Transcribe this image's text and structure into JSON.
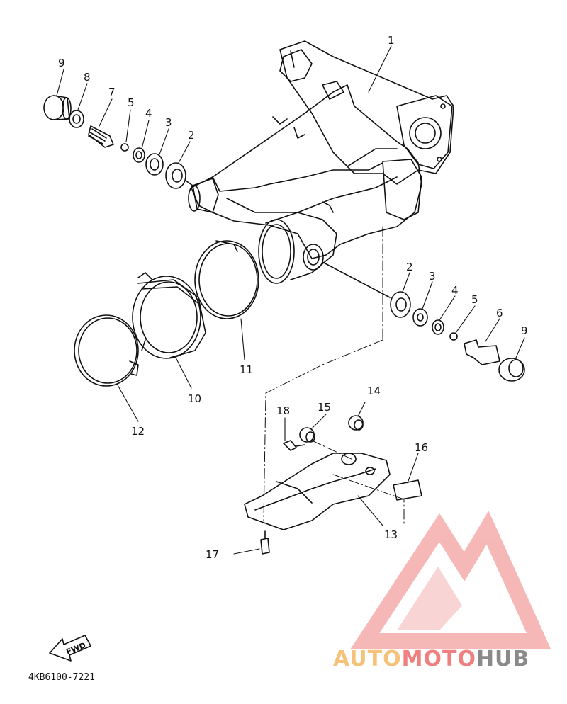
{
  "diagram": {
    "part_labels": [
      "1",
      "2",
      "3",
      "4",
      "5",
      "6",
      "7",
      "8",
      "9",
      "10",
      "11",
      "12",
      "13",
      "14",
      "15",
      "16",
      "17",
      "18"
    ],
    "labels": [
      {
        "id": "1",
        "text": "1"
      },
      {
        "id": "9a",
        "text": "9"
      },
      {
        "id": "8",
        "text": "8"
      },
      {
        "id": "7",
        "text": "7"
      },
      {
        "id": "5a",
        "text": "5"
      },
      {
        "id": "4a",
        "text": "4"
      },
      {
        "id": "3a",
        "text": "3"
      },
      {
        "id": "2a",
        "text": "2"
      },
      {
        "id": "2b",
        "text": "2"
      },
      {
        "id": "3b",
        "text": "3"
      },
      {
        "id": "4b",
        "text": "4"
      },
      {
        "id": "5b",
        "text": "5"
      },
      {
        "id": "6",
        "text": "6"
      },
      {
        "id": "9b",
        "text": "9"
      },
      {
        "id": "10",
        "text": "10"
      },
      {
        "id": "11",
        "text": "11"
      },
      {
        "id": "12",
        "text": "12"
      },
      {
        "id": "13",
        "text": "13"
      },
      {
        "id": "14",
        "text": "14"
      },
      {
        "id": "15",
        "text": "15"
      },
      {
        "id": "16",
        "text": "16"
      },
      {
        "id": "17",
        "text": "17"
      },
      {
        "id": "18",
        "text": "18"
      }
    ],
    "fwd_label": "FWD",
    "drawing_code": "4KB6100-7221"
  },
  "watermark": {
    "part1": "AUTO",
    "part2": "MOTO",
    "part3": "HUB",
    "color_auto": "#f5c27a",
    "color_moto": "#f08080",
    "color_hub": "#8a8a8a",
    "logo_color": "#f4a0a0"
  }
}
